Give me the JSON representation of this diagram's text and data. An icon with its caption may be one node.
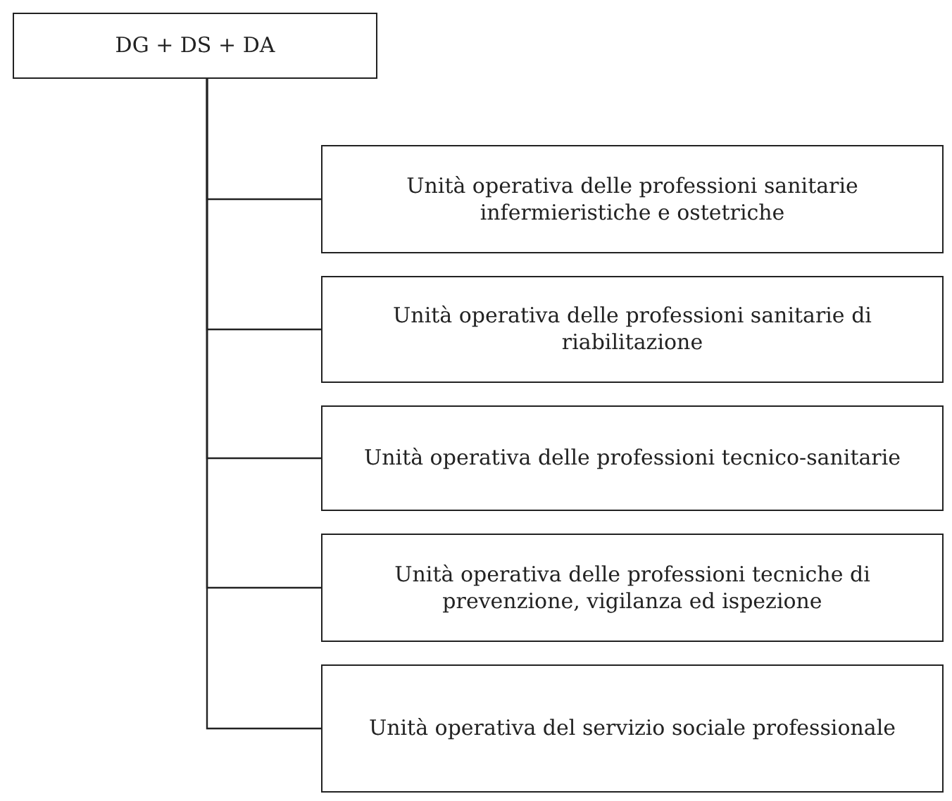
{
  "diagram": {
    "nodes": [
      {
        "text": [
          "DG + DS + DA"
        ]
      },
      {
        "text": [
          "Unità operativa delle professioni sanitarie infermieristiche e ostetriche"
        ]
      },
      {
        "text": [
          "Unità operativa delle professioni sanitarie di riabilitazione"
        ]
      },
      {
        "text": [
          "Unità operativa delle professioni tecnico-sanitarie"
        ]
      },
      {
        "text": [
          "Unità operativa delle professioni tecniche di prevenzione, vigilanza ed ispezione"
        ]
      },
      {
        "text": [
          "Unità operativa del servizio sociale professionale"
        ]
      }
    ],
    "edges": [
      {
        "from": 0,
        "to": 1,
        "arrow": "none"
      },
      {
        "from": 0,
        "to": 2,
        "arrow": "none"
      },
      {
        "from": 0,
        "to": 3,
        "arrow": "none"
      },
      {
        "from": 0,
        "to": 4,
        "arrow": "none"
      },
      {
        "from": 0,
        "to": 5,
        "arrow": "none"
      }
    ]
  }
}
